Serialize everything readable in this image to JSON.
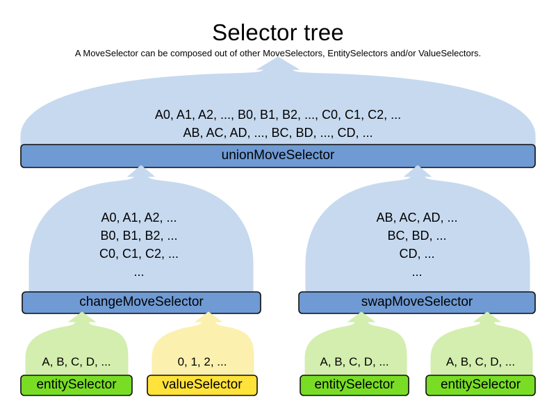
{
  "header": {
    "title": "Selector tree",
    "subtitle": "A MoveSelector can be composed out of other MoveSelectors, EntitySelectors and/or ValueSelectors."
  },
  "colors": {
    "dome_blue": "#c6d9ef",
    "bar_blue": "#6f9ad3",
    "dome_green": "#d3eeae",
    "bar_green": "#79dd26",
    "dome_yellow": "#fbf0ae",
    "bar_yellow": "#ffe23a",
    "outline": "#0d0d0d",
    "background": "#ffffff"
  },
  "nodes": {
    "union": {
      "label": "unionMoveSelector",
      "contents": [
        "A0, A1, A2, ..., B0, B1, B2, ..., C0, C1, C2, ...",
        "AB, AC, AD, ..., BC, BD, ..., CD, ..."
      ]
    },
    "change": {
      "label": "changeMoveSelector",
      "contents": [
        "A0, A1, A2, ...",
        "B0, B1, B2, ...",
        "C0, C1, C2, ...",
        "..."
      ]
    },
    "swap": {
      "label": "swapMoveSelector",
      "contents": [
        "AB, AC, AD, ...",
        "BC, BD, ...",
        "CD, ...",
        "..."
      ]
    },
    "leaf_entity_1": {
      "label": "entitySelector",
      "contents": [
        "A, B, C, D, ..."
      ]
    },
    "leaf_value": {
      "label": "valueSelector",
      "contents": [
        "0, 1, 2, ..."
      ]
    },
    "leaf_entity_2": {
      "label": "entitySelector",
      "contents": [
        "A, B, C, D, ..."
      ]
    },
    "leaf_entity_3": {
      "label": "entitySelector",
      "contents": [
        "A, B, C, D, ..."
      ]
    }
  }
}
